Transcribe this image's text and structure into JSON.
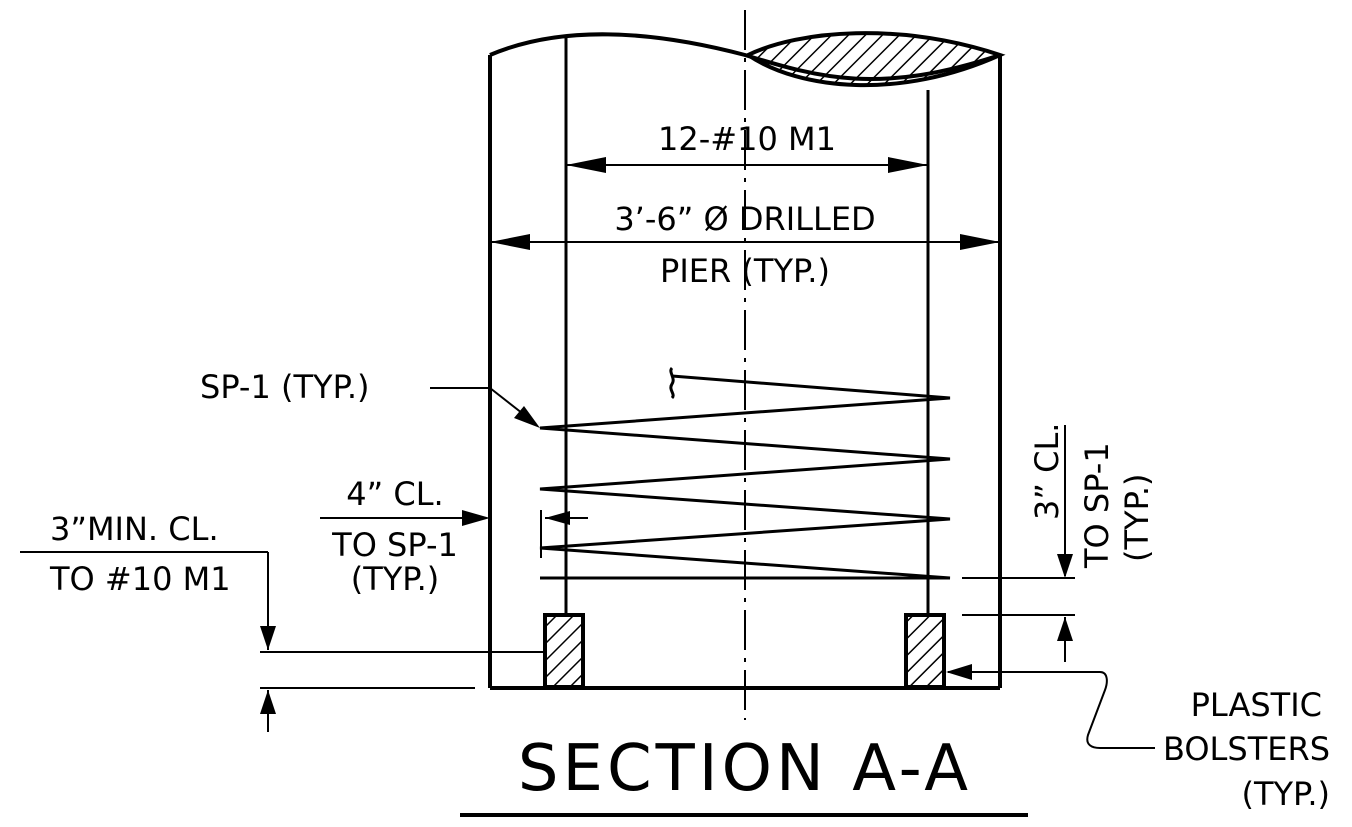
{
  "title": "SECTION A-A",
  "labels": {
    "rebar": "12-#10 M1",
    "pier_line1": "3’-6” Ø DRILLED",
    "pier_line2": "PIER (TYP.)",
    "spiral": "SP-1 (TYP.)",
    "side_cover_line1": "4” CL.",
    "side_cover_line2": "TO SP-1",
    "side_cover_line3": "(TYP.)",
    "bottom_cover_line1": "3”MIN. CL.",
    "bottom_cover_line2": "TO #10 M1",
    "spiral_bottom_line1": "3” CL.",
    "spiral_bottom_line2": "TO SP-1",
    "spiral_bottom_line3": "(TYP.)",
    "bolsters_line1": "PLASTIC",
    "bolsters_line2": "BOLSTERS",
    "bolsters_line3": "(TYP.)"
  },
  "colors": {
    "ink": "#000000",
    "paper": "#ffffff"
  }
}
